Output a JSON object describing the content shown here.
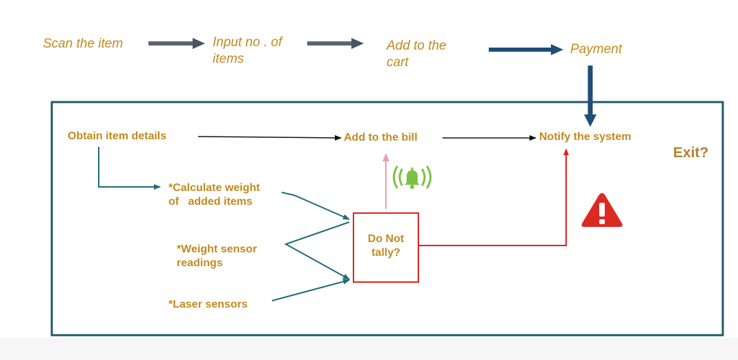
{
  "process": {
    "steps": [
      {
        "label": "Scan the item"
      },
      {
        "label": "Input no . of\nitems"
      },
      {
        "label": "Add to the\ncart"
      },
      {
        "label": "Payment"
      }
    ]
  },
  "system": {
    "obtain": "Obtain item details",
    "add_bill": "Add to the bill",
    "notify": "Notify the system",
    "exit": "Exit?",
    "calc_weight": "*Calculate weight\nof   added items",
    "weight_sensor": "*Weight sensor\nreadings",
    "laser": "*Laser sensors",
    "decision": "Do Not\ntally?"
  },
  "icons": {
    "alarm": "alarm-bell-icon",
    "warning": "warning-icon"
  },
  "colors": {
    "text_accent": "#c28a1e",
    "frame": "#1f5a64",
    "flow_arrow": "#1f4e79",
    "alert_red": "#e0201e",
    "alarm_green": "#7cc142",
    "pink_arrow": "#e8a0ac"
  }
}
